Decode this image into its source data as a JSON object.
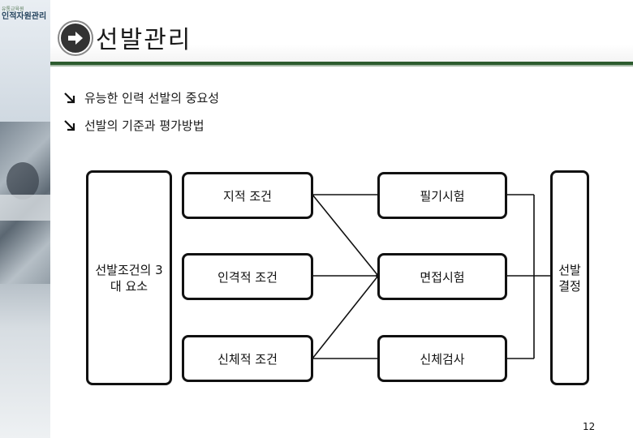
{
  "logo": {
    "sub": "유통교육원",
    "main": "인적자원관리"
  },
  "title": "선발관리",
  "bullets": [
    "유능한 인력 선발의 중요성",
    "선발의 기준과 평가방법"
  ],
  "diagram": {
    "left_box": "선발조건의 3대 요소",
    "conditions": [
      "지적 조건",
      "인격적 조건",
      "신체적 조건"
    ],
    "methods": [
      "필기시험",
      "면접시험",
      "신체검사"
    ],
    "decision": "선발 결정"
  },
  "page_number": "12",
  "colors": {
    "header_line": "#2d5c2f",
    "text": "#111111"
  }
}
